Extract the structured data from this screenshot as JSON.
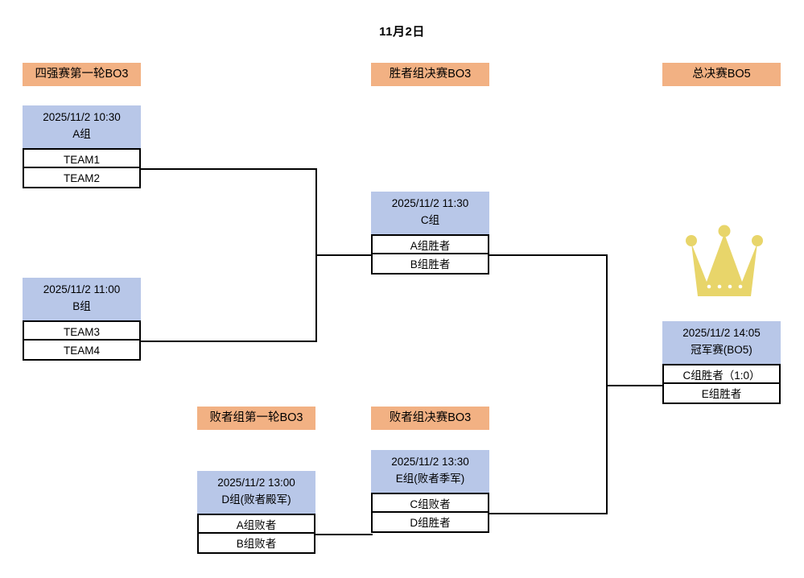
{
  "page": {
    "title": "11月2日"
  },
  "colors": {
    "badge": "#f2b183",
    "match_header": "#b8c7e8",
    "slot_border": "#000000",
    "crown": "#e8d56a",
    "background": "#ffffff"
  },
  "round_labels": [
    {
      "id": "upper-round-1",
      "text": "四强赛第一轮BO3"
    },
    {
      "id": "winners-final",
      "text": "胜者组决赛BO3"
    },
    {
      "id": "grand-final",
      "text": "总决赛BO5"
    },
    {
      "id": "losers-round-1",
      "text": "败者组第一轮BO3"
    },
    {
      "id": "losers-final",
      "text": "败者组决赛BO3"
    }
  ],
  "matches": [
    {
      "id": "match-a",
      "time": "2025/11/2 10:30",
      "name": "A组",
      "slots": [
        "TEAM1",
        "TEAM2"
      ]
    },
    {
      "id": "match-b",
      "time": "2025/11/2 11:00",
      "name": "B组",
      "slots": [
        "TEAM3",
        "TEAM4"
      ]
    },
    {
      "id": "match-c",
      "time": "2025/11/2 11:30",
      "name": "C组",
      "slots": [
        "A组胜者",
        "B组胜者"
      ]
    },
    {
      "id": "match-d",
      "time": "2025/11/2 13:00",
      "name": "D组(败者殿军)",
      "slots": [
        "A组败者",
        "B组败者"
      ]
    },
    {
      "id": "match-e",
      "time": "2025/11/2 13:30",
      "name": "E组(败者季军)",
      "slots": [
        "C组败者",
        "D组胜者"
      ]
    },
    {
      "id": "match-final",
      "time": "2025/11/2 14:05",
      "name": "冠军赛(BO5)",
      "slots": [
        "C组胜者（1:0）",
        "E组胜者"
      ]
    }
  ],
  "icons": {
    "crown": "crown-icon"
  }
}
